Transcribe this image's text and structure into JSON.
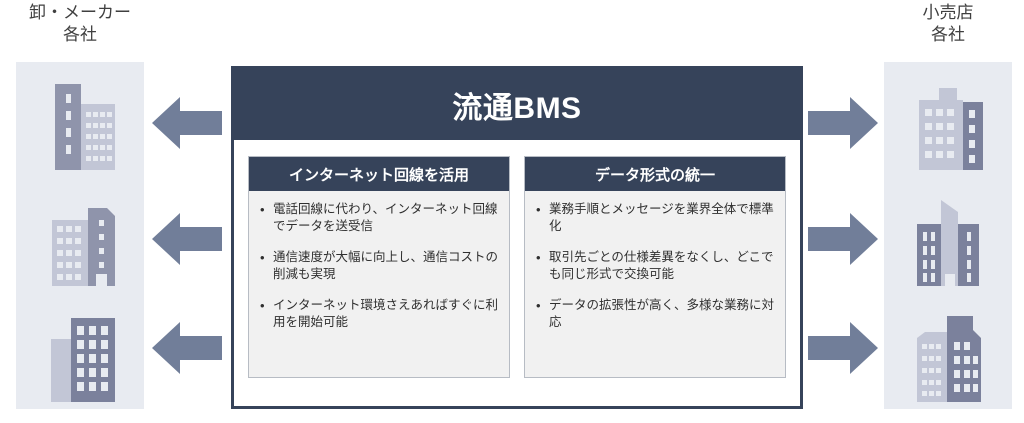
{
  "diagram": {
    "center": {
      "title": "流通BMS",
      "cards": [
        {
          "title": "インターネット回線を活用",
          "bullets": [
            "電話回線に代わり、インターネット回線でデータを送受信",
            "通信速度が大幅に向上し、通信コストの削減も実現",
            "インターネット環境さえあればすぐに利用を開始可能"
          ]
        },
        {
          "title": "データ形式の統一",
          "bullets": [
            "業務手順とメッセージを業界全体で標準化",
            "取引先ごとの仕様差異をなくし、どこでも同じ形式で交換可能",
            "データの拡張性が高く、多様な業務に対応"
          ]
        }
      ]
    },
    "left_side": {
      "label": "卸・メーカー\n各社",
      "icons": [
        "office-building-icon",
        "office-building-icon",
        "office-building-icon"
      ],
      "arrows": [
        "arrow-left-icon",
        "arrow-left-icon",
        "arrow-left-icon"
      ]
    },
    "right_side": {
      "label": "小売店\n各社",
      "icons": [
        "office-building-icon",
        "office-building-icon",
        "office-building-icon"
      ],
      "arrows": [
        "arrow-right-icon",
        "arrow-right-icon",
        "arrow-right-icon"
      ]
    },
    "colors": {
      "header_navy": "#36435a",
      "arrow_slate": "#717e99",
      "panel_bg": "#e8ebf1",
      "card_bg": "#f1f1f1",
      "building_dark": "#7b819c",
      "building_light": "#c2c6d6"
    }
  }
}
